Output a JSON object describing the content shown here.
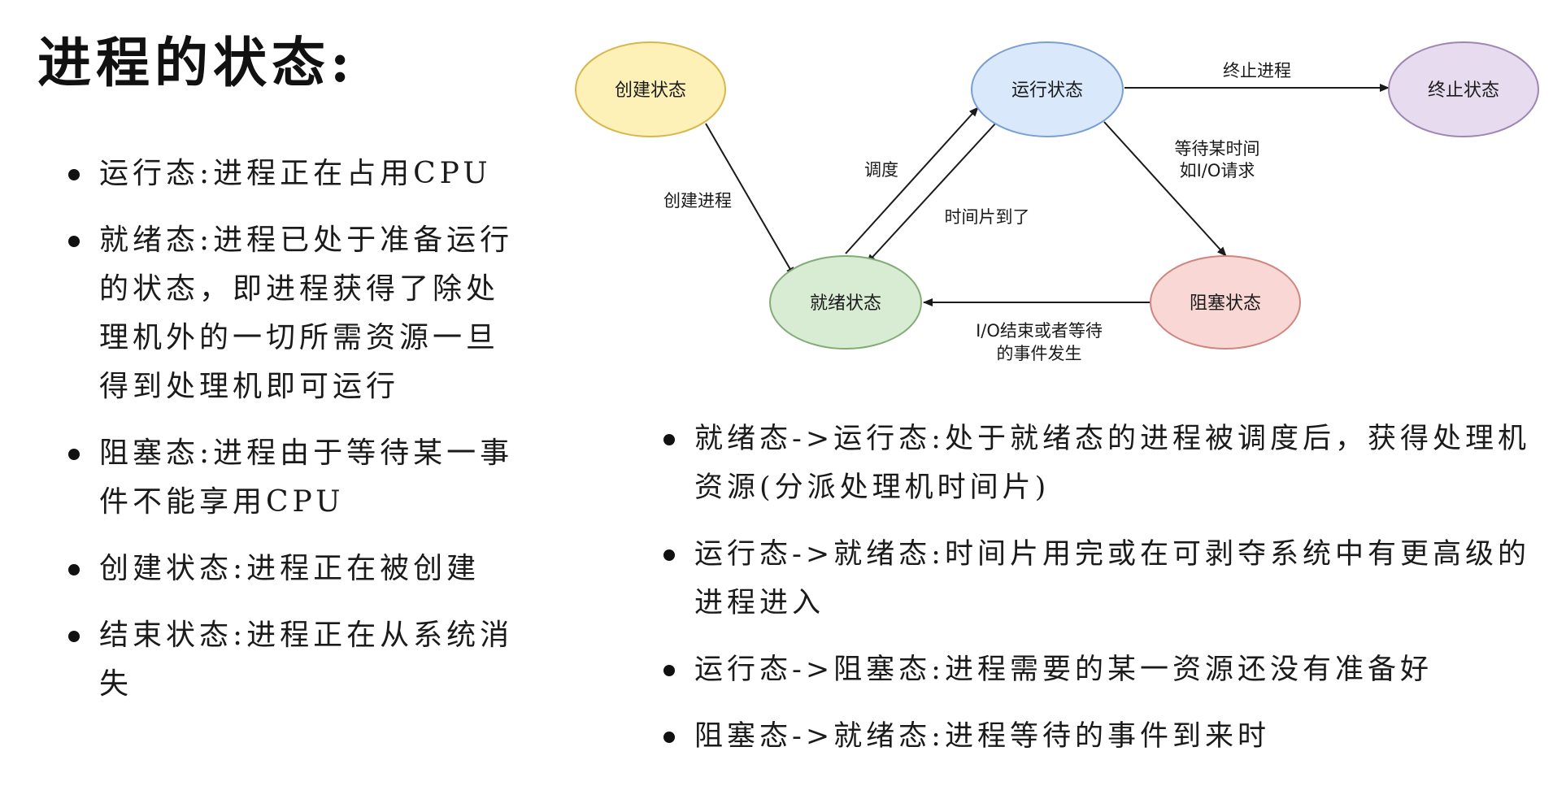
{
  "title": "进程的状态:",
  "left_bullets": [
    "运行态:进程正在占用CPU",
    "就绪态:进程已处于准备运行的状态，即进程获得了除处理机外的一切所需资源一旦得到处理机即可运行",
    "阻塞态:进程由于等待某一事件不能享用CPU",
    "创建状态:进程正在被创建",
    "结束状态:进程正在从系统消失"
  ],
  "diagram": {
    "nodes": {
      "create": {
        "label": "创建状态",
        "fill": "#fdf1b8",
        "stroke": "#d9b64a"
      },
      "running": {
        "label": "运行状态",
        "fill": "#d9e8fb",
        "stroke": "#7a9fd0"
      },
      "terminated": {
        "label": "终止状态",
        "fill": "#e7dcef",
        "stroke": "#9e86b4"
      },
      "ready": {
        "label": "就绪状态",
        "fill": "#d8ebd3",
        "stroke": "#82ac76"
      },
      "blocked": {
        "label": "阻塞状态",
        "fill": "#f8d7d4",
        "stroke": "#cf8580"
      }
    },
    "edges": {
      "terminate": "终止进程",
      "create_process": "创建进程",
      "dispatch": "调度",
      "timeout": "时间片到了",
      "wait_line1": "等待某时间",
      "wait_line2": "如I/O请求",
      "io_done_line1": "I/O结束或者等待",
      "io_done_line2": "的事件发生"
    }
  },
  "right_bullets": [
    "就绪态->运行态:处于就绪态的进程被调度后，获得处理机资源(分派处理机时间片)",
    "运行态->就绪态:时间片用完或在可剥夺系统中有更高级的进程进入",
    "运行态->阻塞态:进程需要的某一资源还没有准备好",
    "阻塞态->就绪态:进程等待的事件到来时"
  ]
}
